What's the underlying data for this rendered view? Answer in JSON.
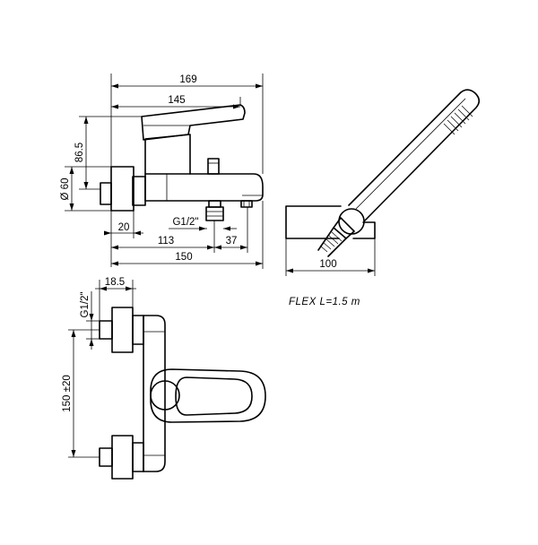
{
  "dimensions": {
    "d169": "169",
    "d145": "145",
    "d86_5": "86.5",
    "d60": "Ø 60",
    "d20": "20",
    "g12_top": "G1/2\"",
    "d113": "113",
    "d37": "37",
    "d150_front": "150",
    "d100": "100",
    "d18_5": "18.5",
    "g12_left": "G1/2\"",
    "d150_pm20": "150 ±20"
  },
  "flex_note": "FLEX L=1.5 m"
}
